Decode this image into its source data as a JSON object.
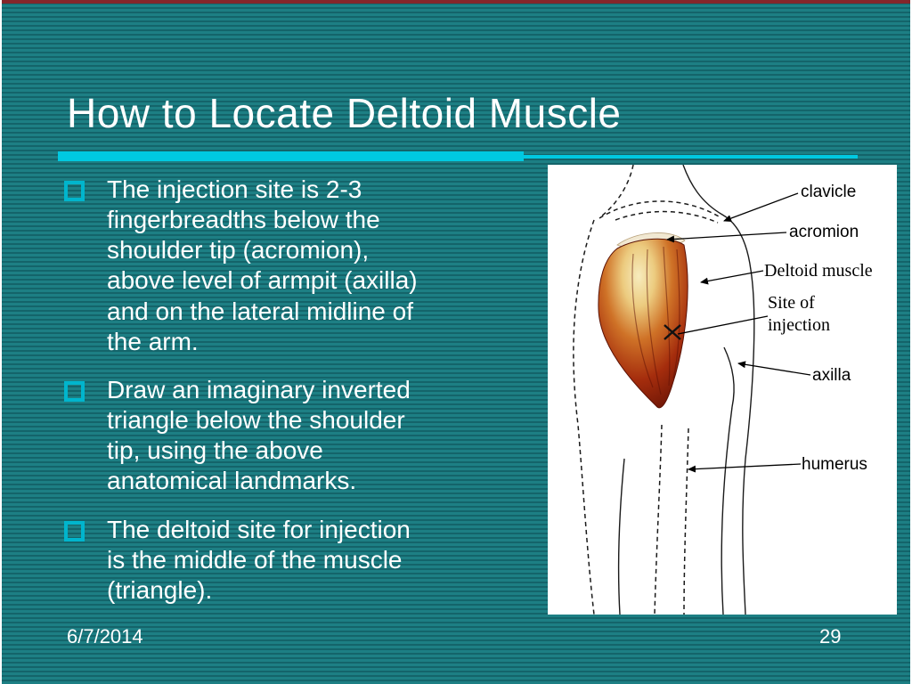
{
  "slide": {
    "title": "How to Locate Deltoid Muscle",
    "bullets": [
      "The injection site is 2-3 fingerbreadths below the shoulder tip (acromion), above level of armpit (axilla) and on the lateral midline of the arm.",
      "Draw an imaginary inverted triangle below the shoulder tip, using the above anatomical landmarks.",
      "The deltoid site for injection is the middle of the muscle (triangle)."
    ],
    "footer": {
      "date": "6/7/2014",
      "page_number": "29"
    },
    "diagram": {
      "labels": {
        "clavicle": "clavicle",
        "acromion": "acromion",
        "deltoid_muscle": "Deltoid muscle",
        "site_of_injection": "Site of injection",
        "axilla": "axilla",
        "humerus": "humerus"
      }
    },
    "colors": {
      "background_teal": "#1d7f84",
      "stripe_dark": "#14646a",
      "accent_cyan": "#00c9e1",
      "bullet_border": "#00b5cd",
      "title_text": "#ffffff",
      "muscle_dark": "#5e0f04",
      "muscle_light": "#f7ecbe"
    }
  }
}
